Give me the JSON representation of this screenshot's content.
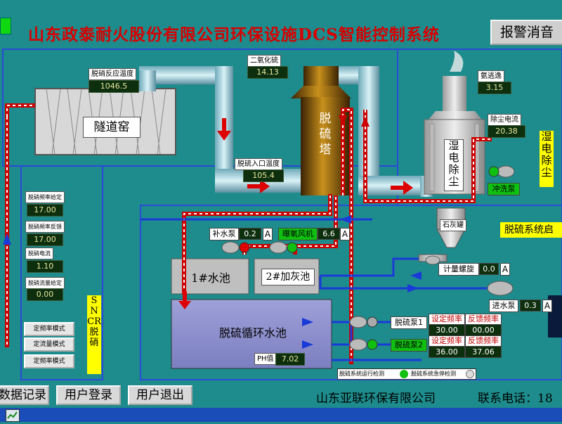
{
  "title": "山东政泰耐火股份有限公司环保设施DCS智能控制系统",
  "alarm_button": "报警消音",
  "tunnel_kiln": "隧道窑",
  "desulfur_tower": "脱硫塔",
  "wet_esp": "湿电除尘",
  "wet_esp_side": "湿电除尘",
  "pool1": "1#水池",
  "pool2": "2#加灰池",
  "circ_pool": "脱硫循环水池",
  "lime_bin": "石灰罐",
  "sncr": "SNCR脱硝",
  "desulfur_start": "脱硫系统启",
  "readings": {
    "denitro_temp": {
      "label": "脱硝反应温度",
      "value": "1046.5"
    },
    "so2": {
      "label": "二氧化硫",
      "value": "14.13"
    },
    "nh3_slip": {
      "label": "氨逃逸",
      "value": "3.15"
    },
    "dust_current": {
      "label": "除尘电流",
      "value": "20.38"
    },
    "inlet_temp": {
      "label": "脱硫入口温度",
      "value": "105.4"
    },
    "ph": {
      "label": "PH值",
      "value": "7.02"
    }
  },
  "left_panel": [
    {
      "label": "脱硝频率给定",
      "value": "17.00"
    },
    {
      "label": "脱硝频率反馈",
      "value": "17.00"
    },
    {
      "label": "脱硝电流",
      "value": "1.10"
    },
    {
      "label": "脱硝流量给定",
      "value": "0.00"
    }
  ],
  "mode_buttons": [
    "定频率模式",
    "定流量模式",
    "定频率模式"
  ],
  "pumps": {
    "makeup": {
      "label": "补水泵",
      "value": "0.2",
      "unit": "A"
    },
    "oxidation": {
      "label": "曝氧风机",
      "value": "6.6",
      "unit": "A"
    },
    "screw": {
      "label": "计量螺旋",
      "value": "0.0",
      "unit": "A"
    },
    "feed": {
      "label": "进水泵",
      "value": "0.3",
      "unit": "A"
    },
    "flush": {
      "label": "冲洗泵"
    }
  },
  "desulfur_pumps": {
    "headers": [
      "设定频率",
      "反馈频率"
    ],
    "rows": [
      {
        "label": "脱硫泵1",
        "set": "30.00",
        "feedback": "00.00"
      },
      {
        "label": "脱硫泵2",
        "set": "36.00",
        "feedback": "37.06"
      }
    ]
  },
  "status_bar": {
    "running": "脱硫系统运行检测",
    "stop": "脱硫系统急停检测"
  },
  "footer": {
    "btn_records": "数据记录",
    "btn_login": "用户登录",
    "btn_logout": "用户退出",
    "company": "山东亚联环保有限公司",
    "phone": "联系电话：18"
  },
  "colors": {
    "background": "#1e8c8c",
    "title": "#d60000",
    "pipe_red": "#d00000",
    "flow_blue": "#1a3ad8"
  }
}
